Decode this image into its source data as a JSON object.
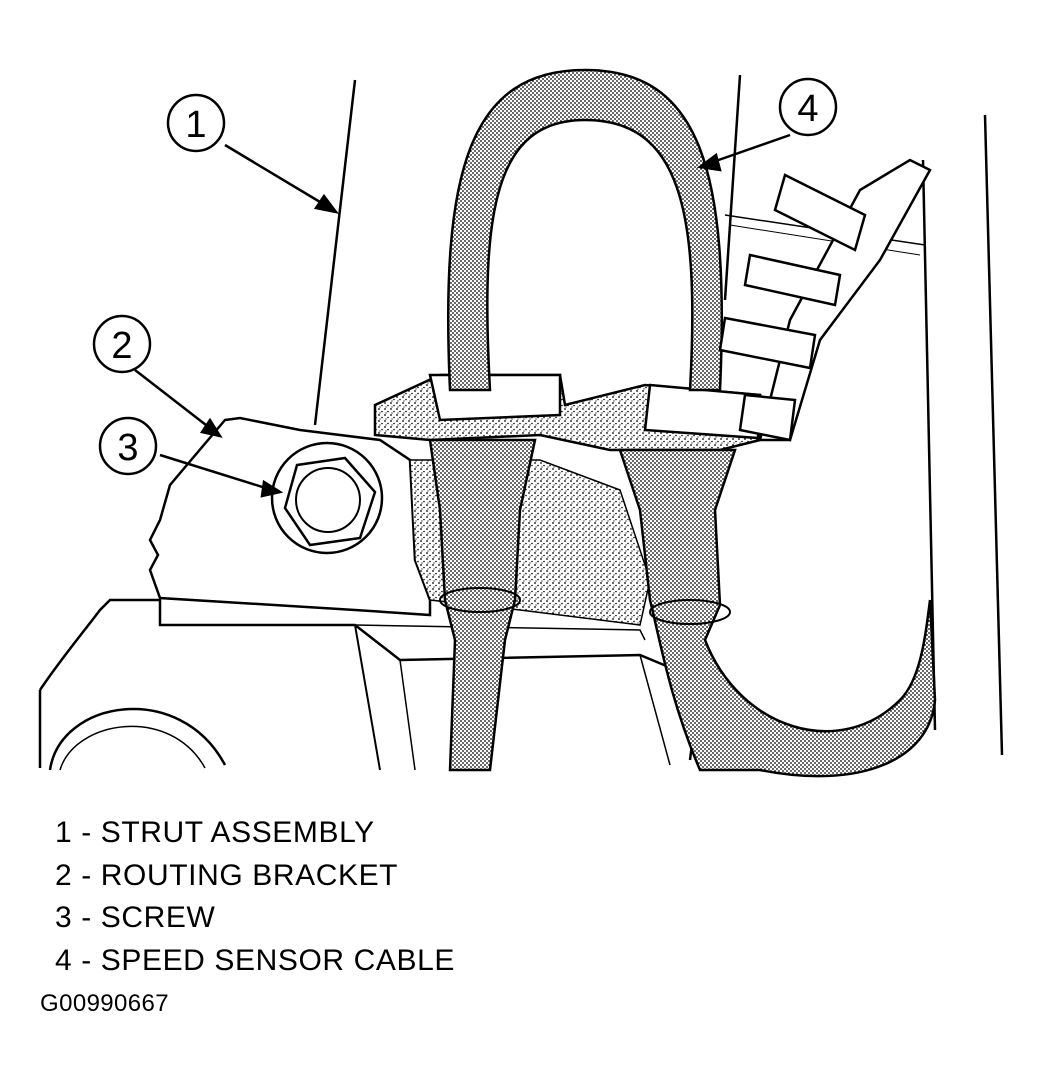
{
  "callouts": [
    "1",
    "2",
    "3",
    "4"
  ],
  "legend": [
    "1 - STRUT ASSEMBLY",
    "2 - ROUTING BRACKET",
    "3 - SCREW",
    "4 - SPEED SENSOR CABLE"
  ],
  "figure_id": "G00990667"
}
